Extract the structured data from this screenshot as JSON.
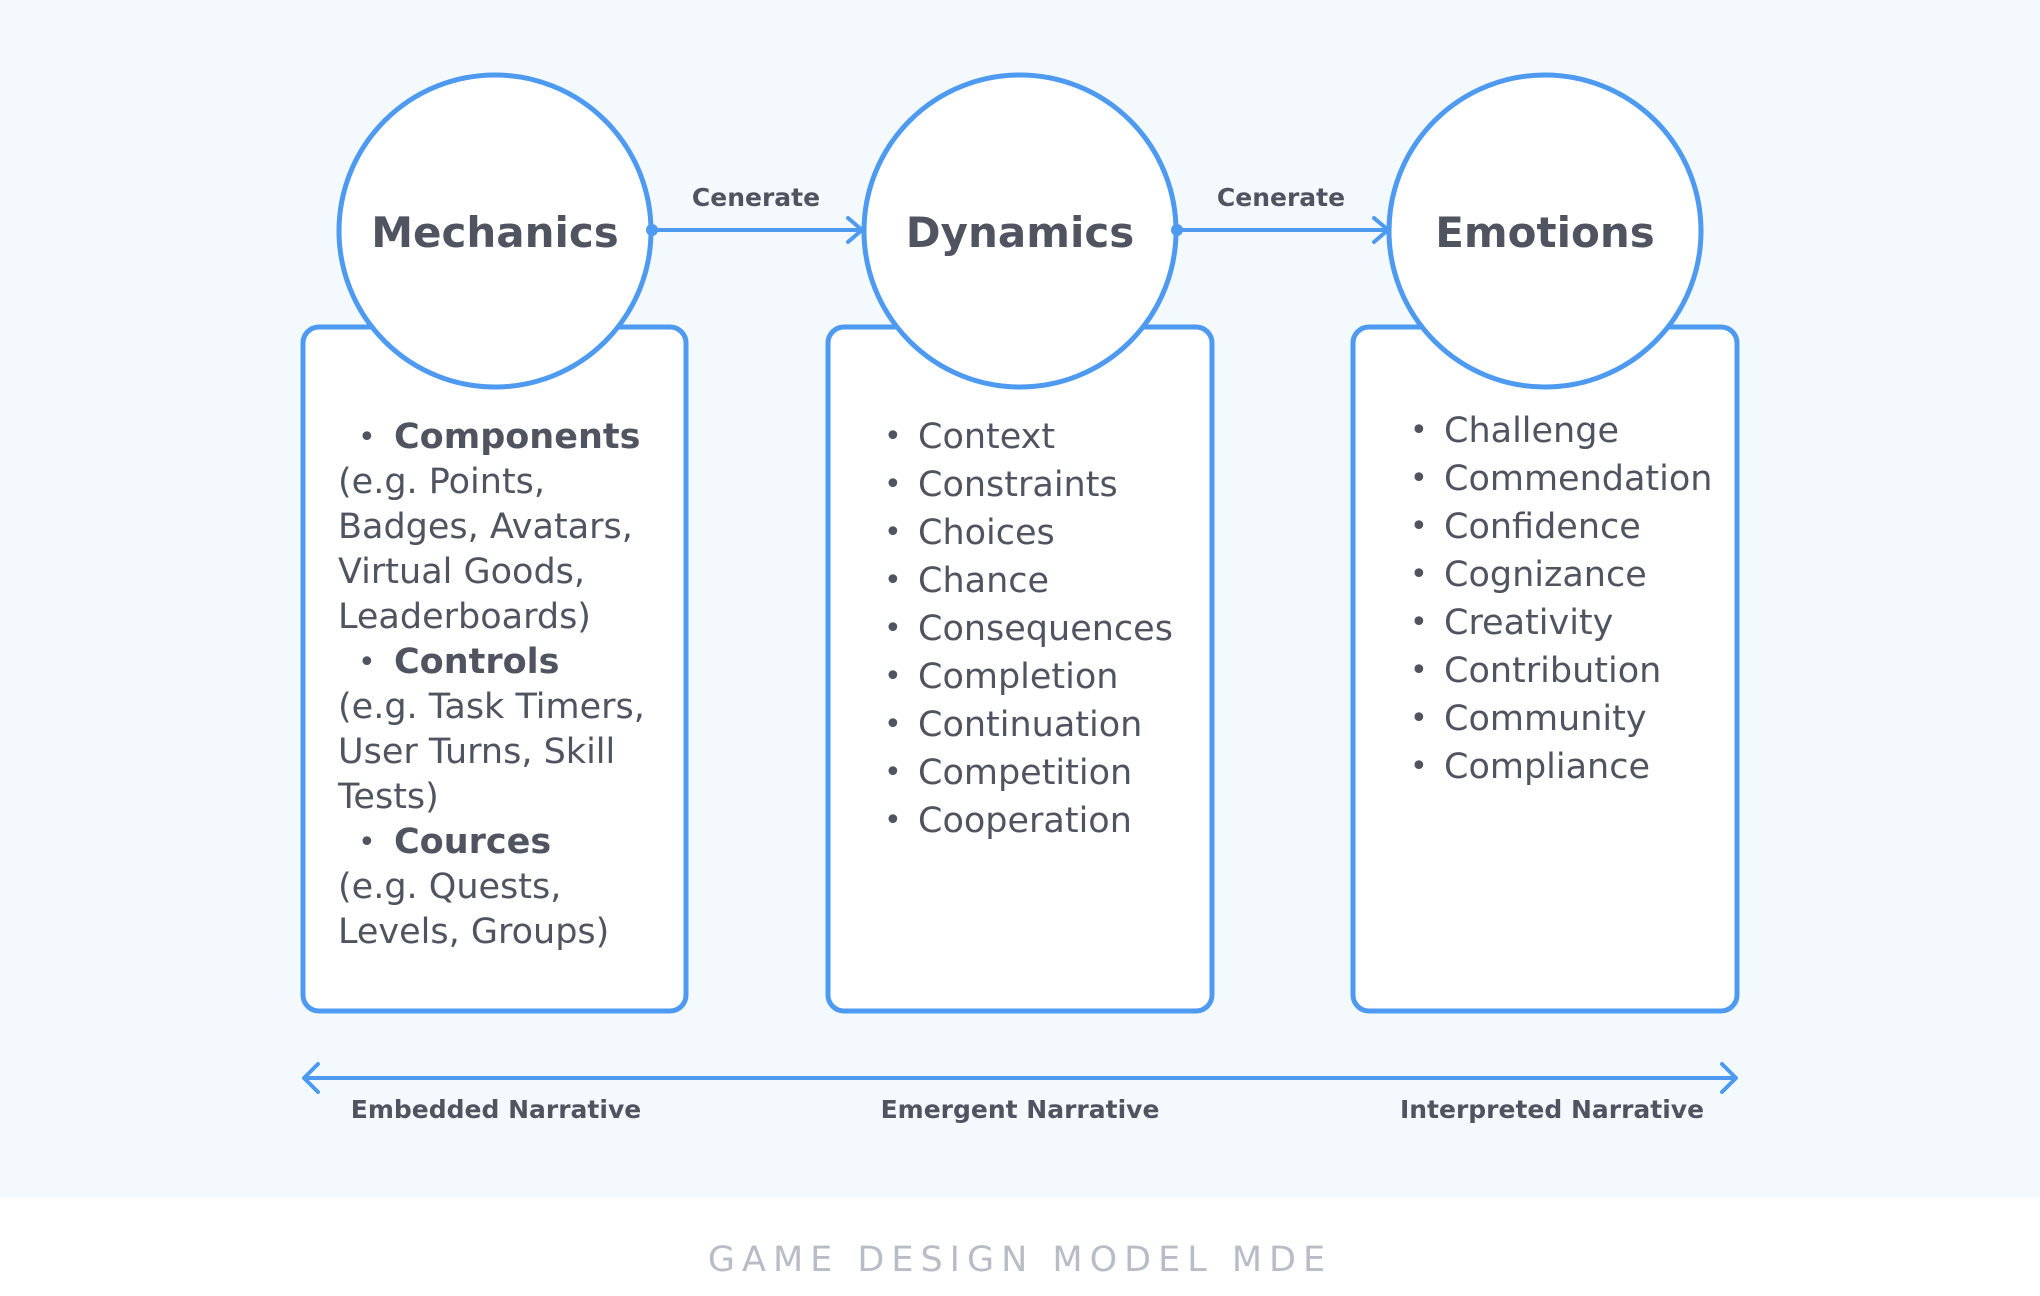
{
  "stages": [
    {
      "title": "Mechanics",
      "groups": [
        {
          "heading": "Components",
          "description": "(e.g. Points, Badges, Avatars, Virtual Goods, Leaderboards)"
        },
        {
          "heading": "Controls",
          "description": "(e.g. Task Timers, User Turns, Skill Tests)"
        },
        {
          "heading": "Cources",
          "description": "(e.g. Quests, Levels, Groups)"
        }
      ]
    },
    {
      "title": "Dynamics",
      "items": [
        "Context",
        "Constraints",
        "Choices",
        "Chance",
        "Consequences",
        "Completion",
        "Continuation",
        "Competition",
        "Cooperation"
      ]
    },
    {
      "title": "Emotions",
      "items": [
        "Challenge",
        "Commendation",
        "Confidence",
        "Cognizance",
        "Creativity",
        "Contribution",
        "Community",
        "Compliance"
      ]
    }
  ],
  "edges": [
    {
      "from": "Mechanics",
      "to": "Dynamics",
      "label": "Cenerate"
    },
    {
      "from": "Dynamics",
      "to": "Emotions",
      "label": "Cenerate"
    }
  ],
  "narrative_scale": [
    "Embedded Narrative",
    "Emergent Narrative",
    "Interpreted Narrative"
  ],
  "footer": "GAME DESIGN MODEL MDE",
  "colors": {
    "accent": "#4d9af0",
    "background": "#f4f9fe",
    "text": "#4f5460",
    "footer_text": "#b7bcc6"
  }
}
